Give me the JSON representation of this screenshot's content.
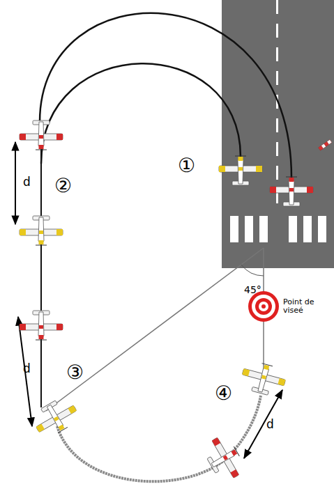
{
  "diagram": {
    "labels": [
      "①",
      "d",
      "②",
      "45°",
      "Point de viseé",
      "d",
      "③",
      "④",
      "d"
    ]
  }
}
